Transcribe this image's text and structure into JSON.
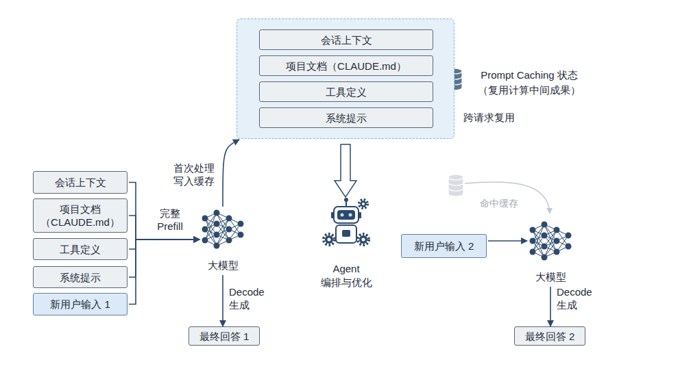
{
  "diagram": {
    "nodes": [
      {
        "text": [
          "Prompt Caching 状态 （复用计算中间成果）",
          "跨请求复用"
        ]
      },
      {
        "text": [
          "会话上下文"
        ],
        "in": 0
      },
      {
        "text": [
          "项目文档（CLAUDE.md）"
        ],
        "in": 0
      },
      {
        "text": [
          "工具定义"
        ],
        "in": 0
      },
      {
        "text": [
          "系统提示"
        ],
        "in": 0
      },
      {
        "text": [
          "会话上下文"
        ]
      },
      {
        "text": [
          "项目文档 （CLAUDE.md）"
        ]
      },
      {
        "text": [
          "工具定义"
        ]
      },
      {
        "text": [
          "系统提示"
        ]
      },
      {
        "text": [
          "新用户输入 1"
        ]
      },
      {
        "text": [
          "大模型"
        ]
      },
      {
        "text": [
          "最终回答 1"
        ]
      },
      {
        "text": [
          "Agent 编排与优化"
        ]
      },
      {
        "text": [
          "新用户输入 2"
        ]
      },
      {
        "text": [
          "大模型"
        ]
      },
      {
        "text": [
          "最终回答 2"
        ]
      }
    ],
    "edges": [
      {
        "from": 5,
        "to": 10,
        "arrow": "to",
        "label": "完整 Prefill"
      },
      {
        "from": 6,
        "to": 10,
        "arrow": "to"
      },
      {
        "from": 7,
        "to": 10,
        "arrow": "to"
      },
      {
        "from": 8,
        "to": 10,
        "arrow": "to"
      },
      {
        "from": 9,
        "to": 10,
        "arrow": "to"
      },
      {
        "from": 10,
        "to": 0,
        "arrow": "to",
        "label": "首次处理 写入缓存"
      },
      {
        "from": 10,
        "to": 11,
        "arrow": "to",
        "label": "Decode 生成"
      },
      {
        "from": 0,
        "to": 12,
        "arrow": "to"
      },
      {
        "from": 13,
        "to": 14,
        "arrow": "to"
      },
      {
        "from": 14,
        "to": 15,
        "arrow": "to",
        "label": "Decode 生成"
      }
    ],
    "labels": [
      "命中缓存"
    ]
  }
}
